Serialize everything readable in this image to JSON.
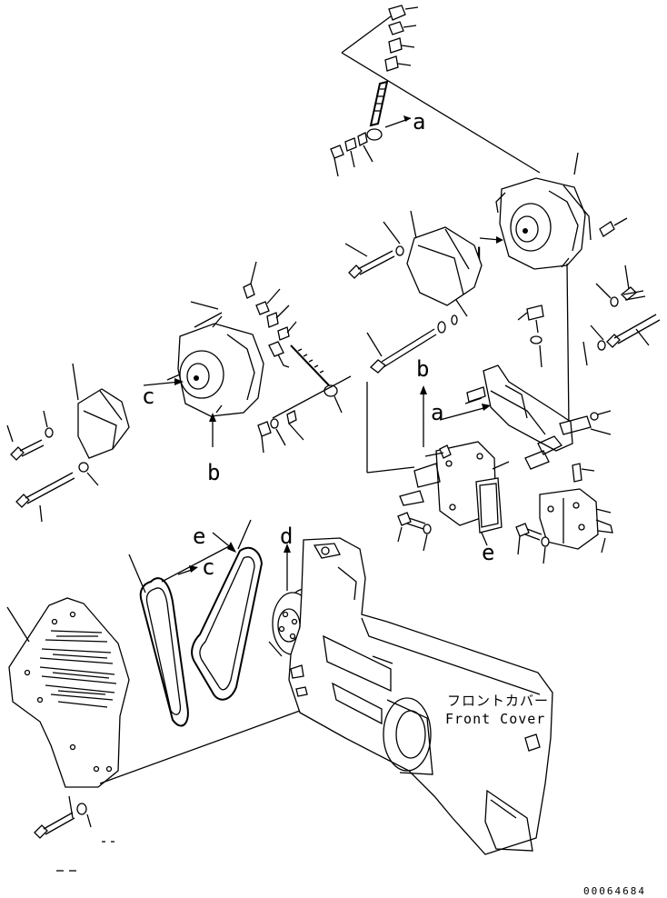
{
  "callouts": {
    "a": "a",
    "b": "b",
    "c": "c",
    "d": "d",
    "e": "e"
  },
  "front_cover": {
    "jp": "フロントカバー",
    "en": "Front Cover"
  },
  "catalog_number": "00064684"
}
